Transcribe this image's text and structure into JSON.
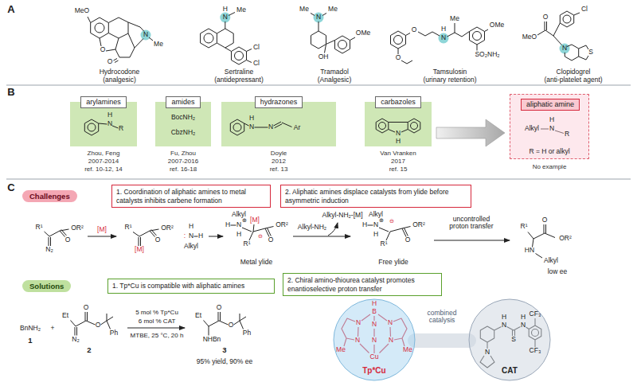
{
  "diagram": {
    "nodes": [
      {
        "text": [
          "arylamines"
        ]
      },
      {
        "text": [
          "amides"
        ]
      },
      {
        "text": [
          "hydrazones"
        ]
      },
      {
        "text": [
          "carbazoles"
        ]
      },
      {
        "text": [
          "R = H or alkyl"
        ]
      },
      {
        "text": [
          "aliphatic amine"
        ],
        "in": 4
      },
      {
        "text": [
          "Challenges"
        ]
      },
      {
        "text": [
          "1. Coordination of aliphatic amines to metal catalysts inhibits carbene formation"
        ]
      },
      {
        "text": [
          "2. Aliphatic amines displace catalysts from ylide before asymmetric induction"
        ]
      },
      {
        "text": [
          "Solutions"
        ]
      },
      {
        "text": [
          "1. Tp*Cu is compatible with aliphatic amines"
        ]
      },
      {
        "text": [
          "2. Chiral amino-thiourea catalyst promotes enantioselective proton transfer"
        ]
      },
      {
        "text": [
          "Tp*Cu"
        ]
      },
      {
        "text": [
          "CAT"
        ]
      }
    ],
    "labels": [
      "A",
      "MeO",
      "O",
      "O",
      "N",
      "Me",
      "Hydrocodone",
      "(analgesic)",
      "H",
      "N",
      "Me",
      "Cl",
      "Cl",
      "Sertraline",
      "(antidepressant)",
      "Me",
      "N",
      "Me",
      "OH",
      "OMe",
      "Tramadol",
      "(Analgesic)",
      "O",
      "O",
      "H",
      "N",
      "Me",
      "OMe",
      "SO₂NH₂",
      "Tamsulosin",
      "(urinary retention)",
      "O",
      "MeO",
      "Cl",
      "N",
      "S",
      "Clopidogrel",
      "(anti-platelet agent)",
      "B",
      "H",
      "N",
      "R",
      "BocNH₂",
      "CbzNH₂",
      "H",
      "N",
      "N",
      "Ar",
      "N",
      "H",
      "Zhou, Feng",
      "2007-2014",
      "ref. 10-12, 14",
      "Fu, Zhou",
      "2007-2016",
      "ref. 16-18",
      "Doyle",
      "2012",
      "ref. 13",
      "Van Vranken",
      "2017",
      "ref. 15",
      "Alkyl",
      "H",
      "N",
      "R",
      "No example",
      "C",
      "R¹",
      "OR²",
      "O",
      "N₂",
      "[M]",
      "R¹",
      "OR²",
      "O",
      "[M]",
      "H",
      ":",
      "N",
      "H",
      "Alkyl",
      "Alkyl",
      "H",
      "N",
      "⊕",
      "H",
      "[M]",
      "⊖",
      "OR²",
      "O",
      "R¹",
      "Metal ylide",
      "Alkyl-NH₂",
      "Alkyl-NH₂-[M]",
      "Alkyl",
      "H",
      "N",
      "⊕",
      "H",
      "⊖",
      "OR²",
      "O",
      "R¹",
      "Free ylide",
      "uncontrolled proton transfer",
      "R¹",
      "O",
      "OR²",
      "HN",
      "Alkyl",
      "low ee",
      "BnNH₂",
      "1",
      "+",
      "Et",
      "O",
      "O",
      "Ph",
      "N₂",
      "2",
      "5 mol % Tp*Cu",
      "6 mol % CAT",
      "MTBE, 25 °C, 20 h",
      "Et",
      "O",
      "O",
      "Ph",
      "NHBn",
      "3",
      "95% yield, 90% ee",
      "combined catalysis",
      "H",
      "B",
      "N",
      "N",
      "N",
      "N",
      "N",
      "N",
      "Cu",
      "Me",
      "Me",
      "CF₃",
      "H",
      "N",
      "H",
      "N",
      "S",
      "CF₃",
      "N"
    ]
  }
}
